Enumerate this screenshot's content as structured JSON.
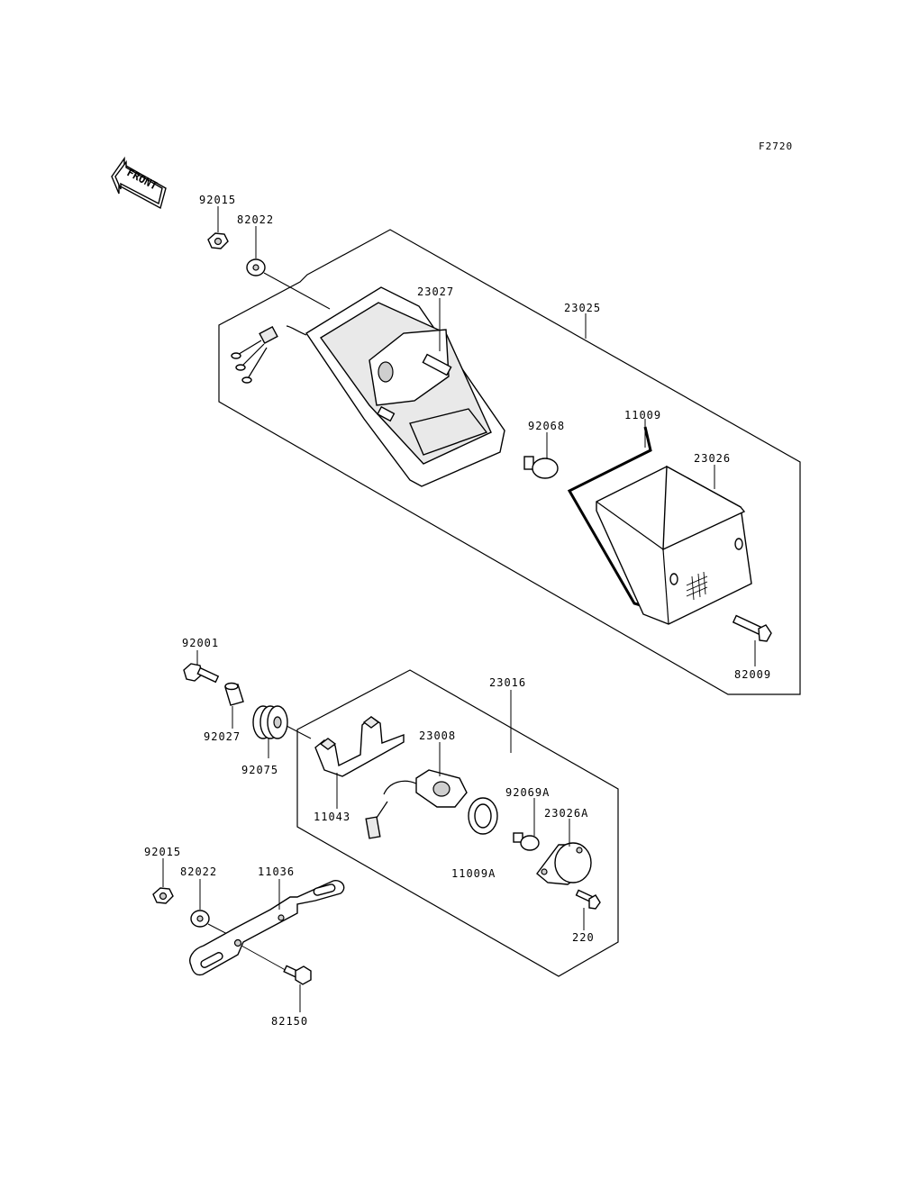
{
  "figure_code": "F2720",
  "direction_label": "FRONT",
  "part_labels": {
    "p92015_top": "92015",
    "p82022_top": "82022",
    "p23027": "23027",
    "p23025": "23025",
    "p92068": "92068",
    "p11009": "11009",
    "p23026": "23026",
    "p82009": "82009",
    "p92001": "92001",
    "p92027": "92027",
    "p92075": "92075",
    "p23016": "23016",
    "p23008": "23008",
    "p11043": "11043",
    "p92069A": "92069A",
    "p23026A": "23026A",
    "p11009A": "11009A",
    "p220": "220",
    "p92015_bot": "92015",
    "p82022_bot": "82022",
    "p11036": "11036",
    "p82150": "82150"
  }
}
